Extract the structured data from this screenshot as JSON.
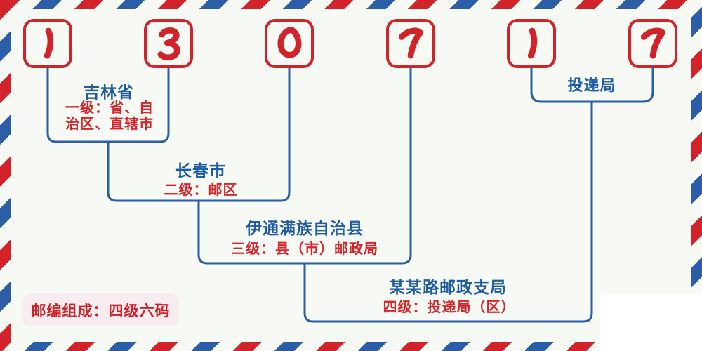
{
  "postal_code": {
    "value": "130717",
    "digits": [
      "1",
      "3",
      "0",
      "7",
      "1",
      "7"
    ]
  },
  "levels": [
    {
      "region": "吉林省",
      "desc": "一级：省、自治区、直辖市"
    },
    {
      "region": "长春市",
      "desc": "二级：邮区"
    },
    {
      "region": "伊通满族自治县",
      "desc": "三级：县（市）邮政局"
    },
    {
      "region": "某某路邮政支局",
      "desc": "四级：投递局（区）"
    }
  ],
  "delivery_office_label": "投递局",
  "footer": {
    "composition_note": "邮编组成：四级六码"
  },
  "colors": {
    "red": "#d2232a",
    "blue": "#2b5ea6",
    "background": "#f6f9f4",
    "badge_bg": "#f7ecef",
    "corner_patch": "#ffffff"
  }
}
